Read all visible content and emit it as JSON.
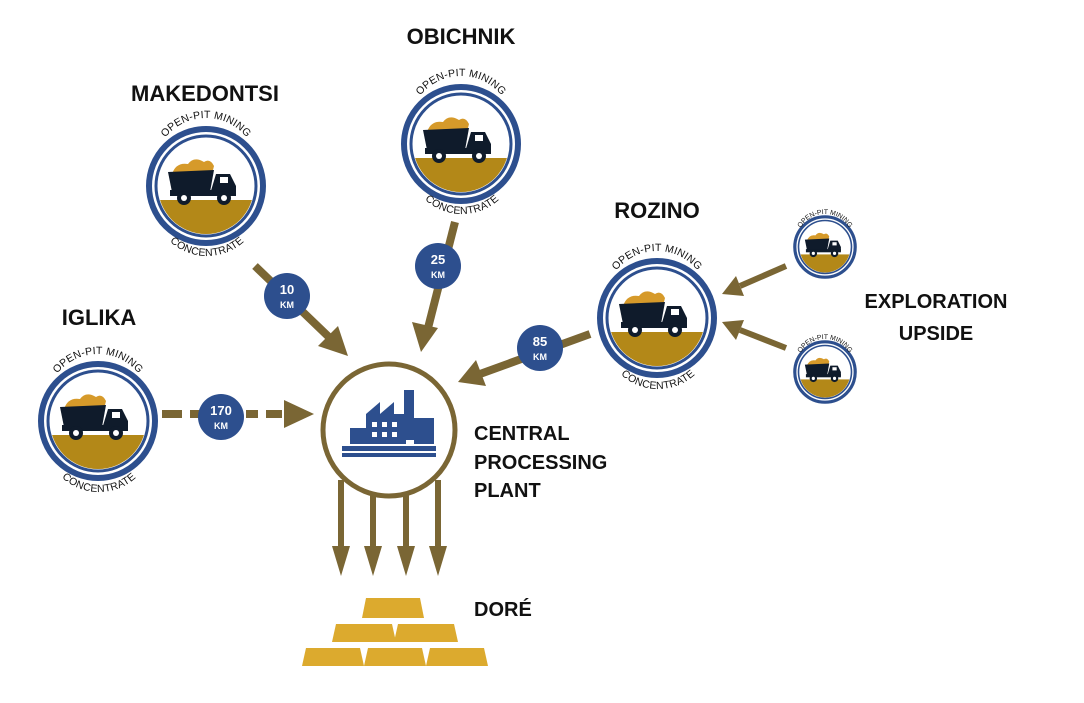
{
  "colors": {
    "navy": "#2d4f8e",
    "gold_arrow": "#7a6634",
    "ground": "#b38818",
    "truck": "#0f1b2b",
    "ore": "#d69a2a",
    "bar_gold": "#dcaa2e",
    "plant_ring": "#7a6634"
  },
  "sites": {
    "makedontsi": {
      "name": "MAKEDONTSI",
      "top_text": "OPEN-PIT MINING",
      "bottom_text": "CONCENTRATE"
    },
    "obichnik": {
      "name": "OBICHNIK",
      "top_text": "OPEN-PIT MINING",
      "bottom_text": "CONCENTRATE"
    },
    "iglika": {
      "name": "IGLIKA",
      "top_text": "OPEN-PIT MINING",
      "bottom_text": "CONCENTRATE"
    },
    "rozino": {
      "name": "ROZINO",
      "top_text": "OPEN-PIT MINING",
      "bottom_text": "CONCENTRATE"
    },
    "exploration_1": {
      "top_text": "OPEN-PIT MINING"
    },
    "exploration_2": {
      "top_text": "OPEN-PIT MINING"
    }
  },
  "distances": {
    "makedontsi": {
      "value": "10",
      "unit": "KM"
    },
    "obichnik": {
      "value": "25",
      "unit": "KM"
    },
    "iglika": {
      "value": "170",
      "unit": "KM"
    },
    "rozino": {
      "value": "85",
      "unit": "KM"
    }
  },
  "labels": {
    "exploration_line1": "EXPLORATION",
    "exploration_line2": "UPSIDE",
    "plant_line1": "CENTRAL",
    "plant_line2": "PROCESSING",
    "plant_line3": "PLANT",
    "dore": "DORÉ"
  }
}
